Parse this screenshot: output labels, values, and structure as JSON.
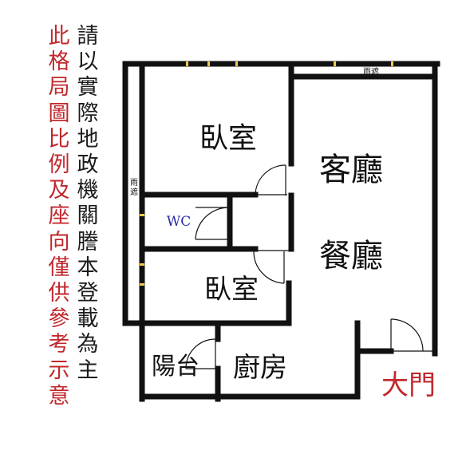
{
  "rooms": {
    "bedroom_top": "臥室",
    "living": "客廳",
    "dining": "餐廳",
    "wc": "WC",
    "bedroom_bottom": "臥室",
    "balcony": "陽台",
    "kitchen": "廚房",
    "entrance": "大門",
    "canopy_top": "雨遮",
    "canopy_left": "雨遮"
  },
  "disclaimer": {
    "column_right": "請以實際地政機關謄本登載為主",
    "column_left": "此格局圖比例及座向僅供參考示意"
  },
  "colors": {
    "wall": "#111111",
    "red_text": "#c0282d",
    "dark_text": "#1c1c1c",
    "wc_text": "#2a2aa8"
  }
}
